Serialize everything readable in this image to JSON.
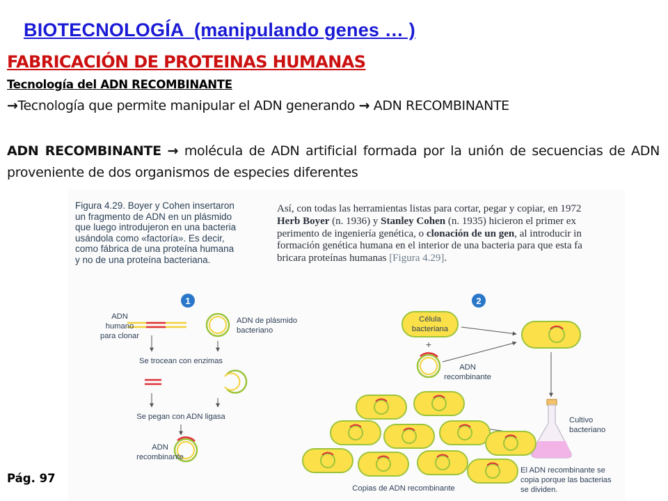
{
  "header": {
    "title": "BIOTECNOLOGÍA  (manipulando genes … )",
    "subtitle": "FABRICACIÓN DE PROTEINAS HUMANAS",
    "tech_heading": "Tecnología del ADN RECOMBINANTE"
  },
  "intro": {
    "arrow": "→",
    "text_a": "Tecnología que permite manipular el ADN generando ",
    "arrow2": "→",
    "text_b": " ADN RECOMBINANTE"
  },
  "definition": {
    "term": "ADN RECOMBINANTE",
    "arrow": "→",
    "text": " molécula de ADN artificial formada por la unión de secuencias de ADN proveniente de dos organismos de especies diferentes"
  },
  "figure": {
    "caption": "Figura 4.29.  Boyer y Cohen insertaron un fragmento de ADN en un plásmido que luego introdujeron en una bacteria usándola como «factoría». Es decir, como fábrica de una proteína humana y no de una proteína bacteriana.",
    "book_text": {
      "p1": "Así, con todas las herramientas listas para cortar, pegar y copiar, en 1972",
      "boyer": "Herb Boyer",
      "p2": " (n. 1936) y ",
      "cohen": "Stanley Cohen",
      "p3": " (n. 1935) hicieron el primer ex",
      "p4": "perimento de ingeniería genética, o ",
      "cloning": "clonación de un gen",
      "p5": ", al introducir in",
      "p6": "formación genética humana en el interior de una bacteria para que esta fa",
      "p7": "bricara proteínas humanas ",
      "ref": "[Figura 4.29]",
      "p8": "."
    },
    "step1": {
      "number": "1",
      "human_dna_l1": "ADN",
      "human_dna_l2": "humano",
      "human_dna_l3": "para clonar",
      "plasmid_l1": "ADN de plásmido",
      "plasmid_l2": "bacteriano",
      "cut": "Se trocean con enzimas",
      "ligase": "Se pegan con ADN ligasa",
      "recomb_l1": "ADN",
      "recomb_l2": "recombinante"
    },
    "step2": {
      "number": "2",
      "cell_l1": "Célula",
      "cell_l2": "bacteriana",
      "plus": "+",
      "recomb_l1": "ADN",
      "recomb_l2": "recombinante",
      "culture_l1": "Cultivo",
      "culture_l2": "bacteriano",
      "copies": "Copias de ADN recombinante",
      "note_l1": "El ADN recombinante se",
      "note_l2": "copia porque las bacterias",
      "note_l3": "se dividen."
    },
    "colors": {
      "plasmid_green": "#9cc43a",
      "dna_red": "#e0303a",
      "dna_yellow": "#f2d23a",
      "bacteria_fill": "#fbe04a",
      "step_badge": "#2a77c9",
      "flask_liquid": "#f2b3e6"
    }
  },
  "footer": {
    "page": "Pág. 97"
  }
}
